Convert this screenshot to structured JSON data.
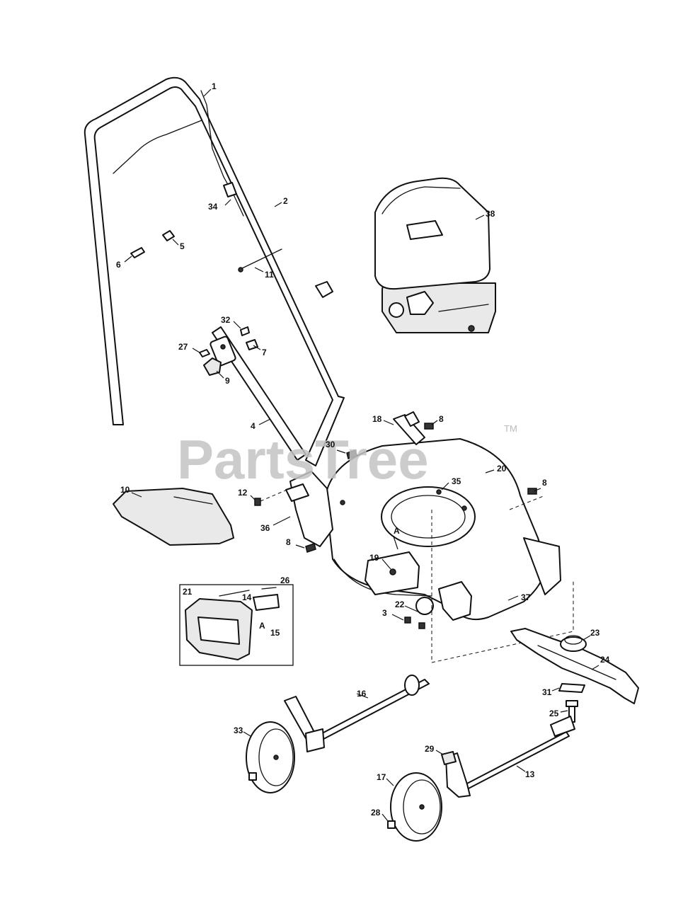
{
  "watermark": {
    "brand": "PartsTree",
    "tm": "TM"
  },
  "inset": {
    "label": "21"
  },
  "callouts": [
    {
      "id": "c1",
      "text": "1"
    },
    {
      "id": "c2",
      "text": "2"
    },
    {
      "id": "c34",
      "text": "34"
    },
    {
      "id": "c5",
      "text": "5"
    },
    {
      "id": "c6",
      "text": "6"
    },
    {
      "id": "c11",
      "text": "11"
    },
    {
      "id": "c38",
      "text": "38"
    },
    {
      "id": "c32",
      "text": "32"
    },
    {
      "id": "c27",
      "text": "27"
    },
    {
      "id": "c7",
      "text": "7"
    },
    {
      "id": "c9",
      "text": "9"
    },
    {
      "id": "c4",
      "text": "4"
    },
    {
      "id": "c18",
      "text": "18"
    },
    {
      "id": "c8a",
      "text": "8"
    },
    {
      "id": "c30",
      "text": "30"
    },
    {
      "id": "c20",
      "text": "20"
    },
    {
      "id": "c10",
      "text": "10"
    },
    {
      "id": "c12",
      "text": "12"
    },
    {
      "id": "c35",
      "text": "35"
    },
    {
      "id": "c8b",
      "text": "8"
    },
    {
      "id": "c36",
      "text": "36"
    },
    {
      "id": "cA1",
      "text": "A"
    },
    {
      "id": "c8c",
      "text": "8"
    },
    {
      "id": "c19",
      "text": "19"
    },
    {
      "id": "c14",
      "text": "14"
    },
    {
      "id": "c26",
      "text": "26"
    },
    {
      "id": "cA2",
      "text": "A"
    },
    {
      "id": "c15",
      "text": "15"
    },
    {
      "id": "c37",
      "text": "37"
    },
    {
      "id": "c22",
      "text": "22"
    },
    {
      "id": "c3",
      "text": "3"
    },
    {
      "id": "c23",
      "text": "23"
    },
    {
      "id": "c24",
      "text": "24"
    },
    {
      "id": "c16",
      "text": "16"
    },
    {
      "id": "c31",
      "text": "31"
    },
    {
      "id": "c25",
      "text": "25"
    },
    {
      "id": "c33",
      "text": "33"
    },
    {
      "id": "c29",
      "text": "29"
    },
    {
      "id": "c13",
      "text": "13"
    },
    {
      "id": "c17",
      "text": "17"
    },
    {
      "id": "c28",
      "text": "28"
    }
  ]
}
